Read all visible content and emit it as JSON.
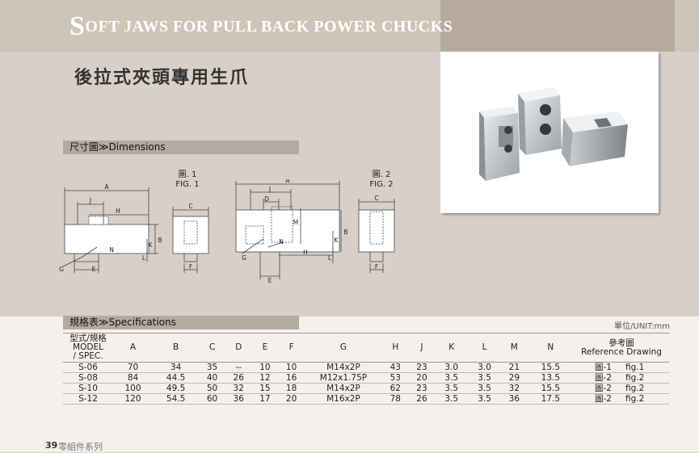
{
  "header": {
    "title_initial": "S",
    "title_rest": "OFT JAWS FOR PULL BACK POWER CHUCKS",
    "title_zh": "後拉式夾頭專用生爪"
  },
  "dimensions_section": {
    "label": "尺寸圖≫Dimensions",
    "fig1_label": "圖. 1",
    "fig1_sub": "FIG. 1",
    "fig2_label": "圖. 2",
    "fig2_sub": "FIG. 2",
    "letters": {
      "A": "A",
      "B": "B",
      "C": "C",
      "D": "D",
      "E": "E",
      "F": "F",
      "G": "G",
      "H": "H",
      "J": "J",
      "K": "K",
      "L": "L",
      "M": "M",
      "N": "N"
    }
  },
  "specs_section": {
    "label": "規格表≫Specifications",
    "unit": "單位/UNIT:mm",
    "headers": {
      "model_zh": "型式/規格",
      "model_en": "MODEL",
      "spec_en": "/ SPEC.",
      "A": "A",
      "B": "B",
      "C": "C",
      "D": "D",
      "E": "E",
      "F": "F",
      "G": "G",
      "H": "H",
      "J": "J",
      "K": "K",
      "L": "L",
      "M": "M",
      "N": "N",
      "ref_zh": "參考圖",
      "ref_en": "Reference Drawing"
    },
    "rows": [
      {
        "model": "S-06",
        "A": "70",
        "B": "34",
        "C": "35",
        "D": "--",
        "E": "10",
        "F": "10",
        "G": "M14x2P",
        "H": "43",
        "J": "23",
        "K": "3.0",
        "L": "3.0",
        "M": "21",
        "N": "15.5",
        "ref_zh": "圖-1",
        "ref_en": "fig.1"
      },
      {
        "model": "S-08",
        "A": "84",
        "B": "44.5",
        "C": "40",
        "D": "26",
        "E": "12",
        "F": "16",
        "G": "M12x1.75P",
        "H": "53",
        "J": "20",
        "K": "3.5",
        "L": "3.5",
        "M": "29",
        "N": "13.5",
        "ref_zh": "圖-2",
        "ref_en": "fig.2"
      },
      {
        "model": "S-10",
        "A": "100",
        "B": "49.5",
        "C": "50",
        "D": "32",
        "E": "15",
        "F": "18",
        "G": "M14x2P",
        "H": "62",
        "J": "23",
        "K": "3.5",
        "L": "3.5",
        "M": "32",
        "N": "15.5",
        "ref_zh": "圖-2",
        "ref_en": "fig.2"
      },
      {
        "model": "S-12",
        "A": "120",
        "B": "54.5",
        "C": "60",
        "D": "36",
        "E": "17",
        "F": "20",
        "G": "M16x2P",
        "H": "78",
        "J": "26",
        "K": "3.5",
        "L": "3.5",
        "M": "36",
        "N": "17.5",
        "ref_zh": "圖-2",
        "ref_en": "fig.2"
      }
    ]
  },
  "footer": {
    "page_number": "39",
    "category": "零組件系列"
  }
}
